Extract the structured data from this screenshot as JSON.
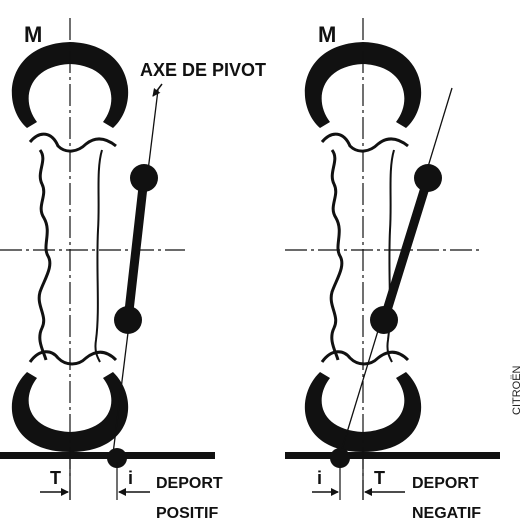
{
  "labels": {
    "axis": "AXE DE PIVOT",
    "left": {
      "m": "M",
      "t": "T",
      "i": "i",
      "line1": "DEPORT",
      "line2": "POSITIF"
    },
    "right": {
      "m": "M",
      "t": "T",
      "i": "i",
      "line1": "DEPORT",
      "line2": "NEGATIF"
    },
    "credit": "CITROËN"
  },
  "colors": {
    "ink": "#111111",
    "background": "#ffffff"
  }
}
